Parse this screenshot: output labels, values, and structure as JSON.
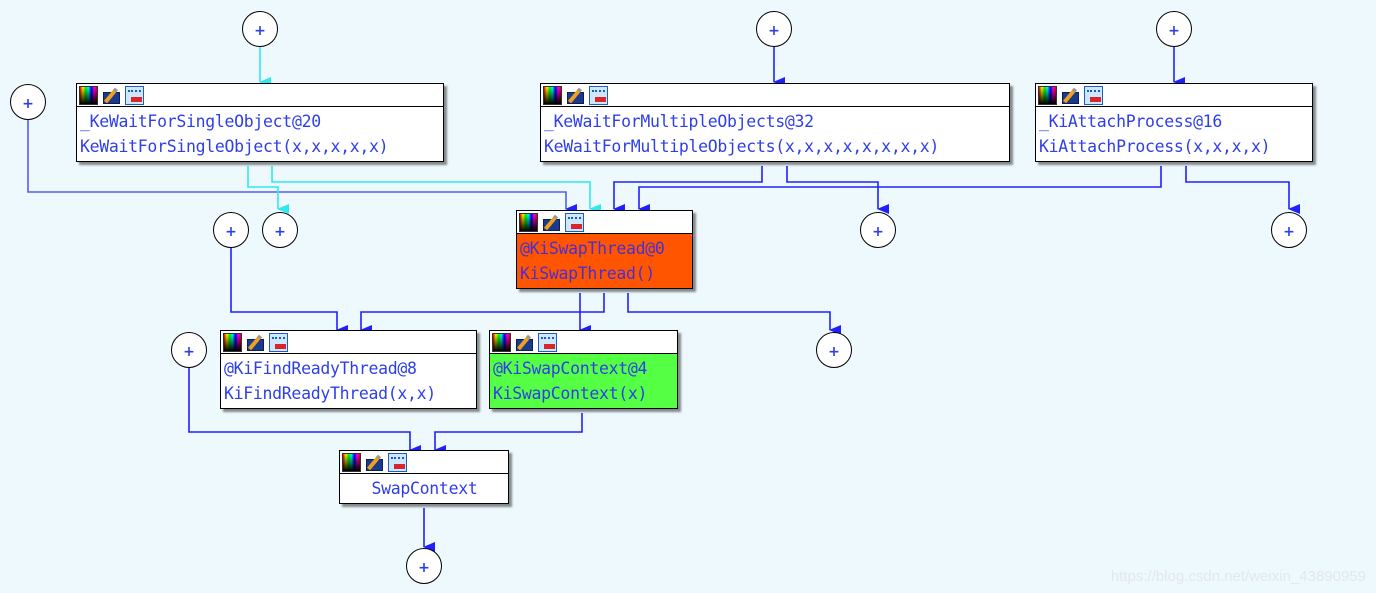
{
  "graph": {
    "background_color": "#eef9fd",
    "edge_colors": {
      "normal": "#2020ff",
      "highlight": "#30f0f0"
    },
    "collapsed_label": "+",
    "nodes": [
      {
        "id": "kewait_single",
        "lines": [
          "_KeWaitForSingleObject@20",
          "KeWaitForSingleObject(x,x,x,x,x)"
        ],
        "fill": "#ffffff"
      },
      {
        "id": "kewait_multi",
        "lines": [
          "_KeWaitForMultipleObjects@32",
          "KeWaitForMultipleObjects(x,x,x,x,x,x,x,x)"
        ],
        "fill": "#ffffff"
      },
      {
        "id": "kiattach",
        "lines": [
          "_KiAttachProcess@16",
          "KiAttachProcess(x,x,x,x)"
        ],
        "fill": "#ffffff"
      },
      {
        "id": "kiswapthread",
        "lines": [
          "@KiSwapThread@0",
          "KiSwapThread()"
        ],
        "fill": "#ff5500"
      },
      {
        "id": "kifindready",
        "lines": [
          "@KiFindReadyThread@8",
          "KiFindReadyThread(x,x)"
        ],
        "fill": "#ffffff"
      },
      {
        "id": "kiswapcontext",
        "lines": [
          "@KiSwapContext@4",
          "KiSwapContext(x)"
        ],
        "fill": "#55ff44"
      },
      {
        "id": "swapcontext",
        "lines": [
          "SwapContext"
        ],
        "fill": "#ffffff"
      }
    ],
    "node_icons": [
      "color-palette-icon",
      "edit-pencil-icon",
      "rename-icon"
    ]
  },
  "watermark": "https://blog.csdn.net/weixin_43890959"
}
